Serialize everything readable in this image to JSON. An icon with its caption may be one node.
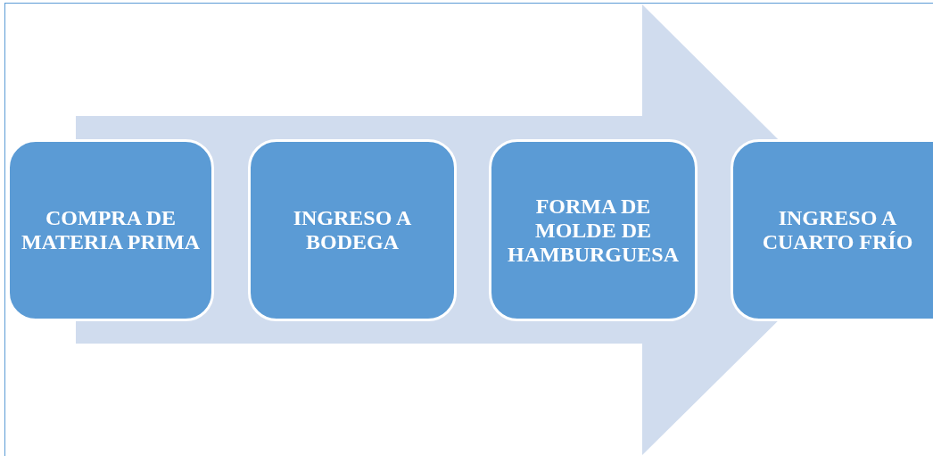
{
  "diagram": {
    "nodes": [
      {
        "text": [
          "COMPRA DE MATERIA PRIMA"
        ]
      },
      {
        "text": [
          "INGRESO A BODEGA"
        ]
      },
      {
        "text": [
          "FORMA DE MOLDE DE HAMBURGUESA"
        ]
      },
      {
        "text": [
          "INGRESO A CUARTO FRÍO"
        ]
      }
    ],
    "edges": [
      {
        "from": 0,
        "to": 3,
        "arrow": "to"
      }
    ]
  }
}
